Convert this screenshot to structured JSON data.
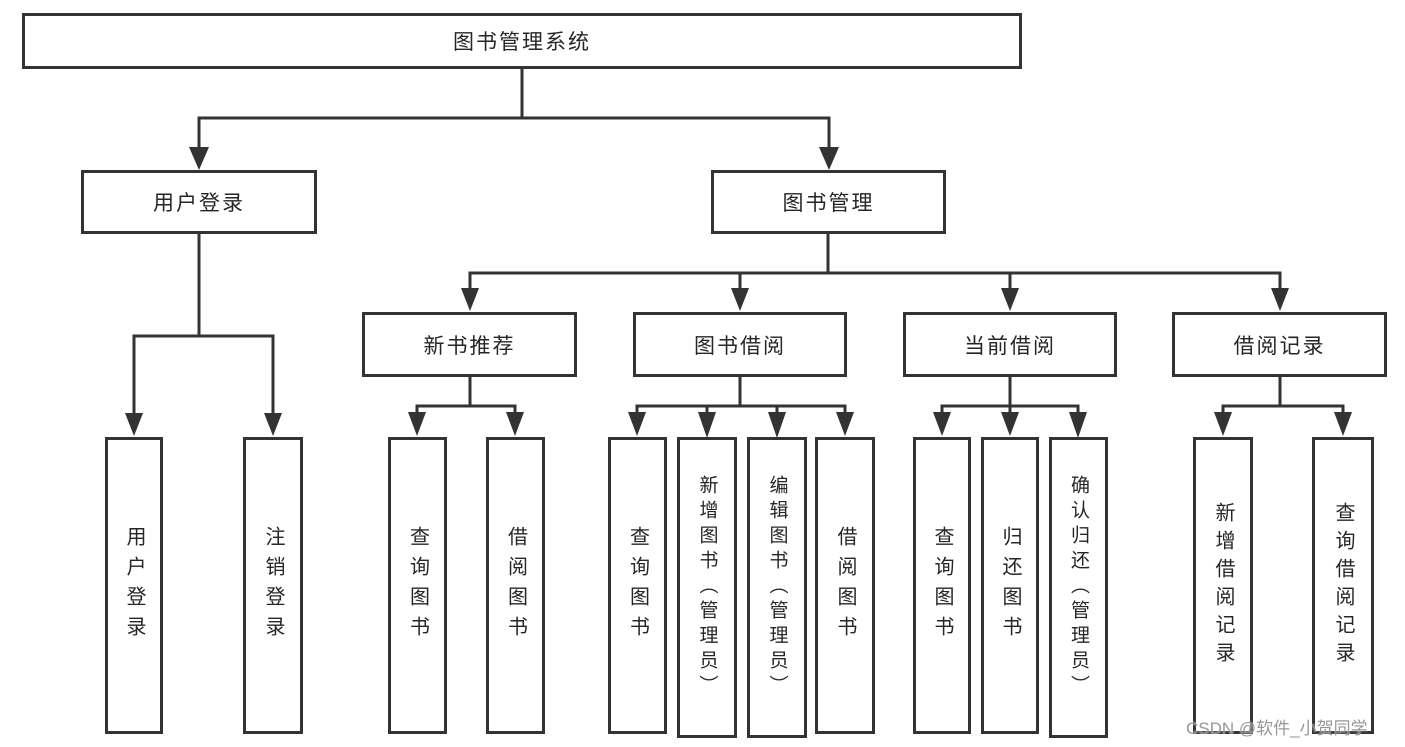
{
  "tree": {
    "root": {
      "label": "图书管理系统"
    },
    "user_login": {
      "label": "用户登录",
      "children": [
        {
          "label": "用户登录"
        },
        {
          "label": "注销登录"
        }
      ]
    },
    "book_mgmt": {
      "label": "图书管理",
      "sections": [
        {
          "label": "新书推荐",
          "children": [
            {
              "label": "查询图书"
            },
            {
              "label": "借阅图书"
            }
          ]
        },
        {
          "label": "图书借阅",
          "children": [
            {
              "label": "查询图书"
            },
            {
              "label": "新增图书（管理员）"
            },
            {
              "label": "编辑图书（管理员）"
            },
            {
              "label": "借阅图书"
            }
          ]
        },
        {
          "label": "当前借阅",
          "children": [
            {
              "label": "查询图书"
            },
            {
              "label": "归还图书"
            },
            {
              "label": "确认归还（管理员）"
            }
          ]
        },
        {
          "label": "借阅记录",
          "children": [
            {
              "label": "新增借阅记录"
            },
            {
              "label": "查询借阅记录"
            }
          ]
        }
      ]
    }
  },
  "watermark": {
    "text": "CSDN @软件_小贺同学"
  },
  "colors": {
    "line": "#333333",
    "box_border": "#333333",
    "box_background": "#ffffff",
    "text": "#262626",
    "watermark": "#8c8c8c",
    "page_background": "#ffffff"
  }
}
